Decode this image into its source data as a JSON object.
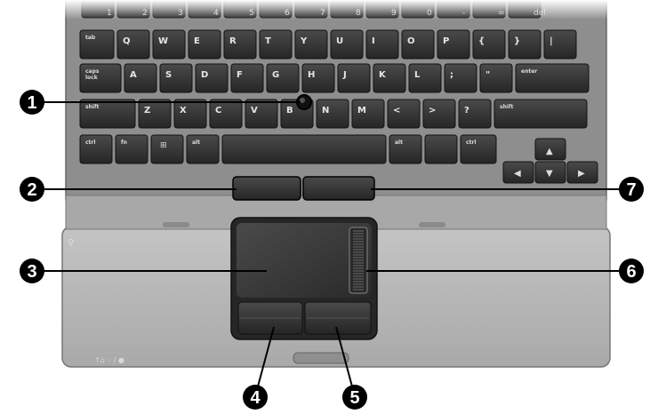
{
  "keyboard": {
    "number_row": [
      "1",
      "2",
      "3",
      "4",
      "5",
      "6",
      "7",
      "8",
      "9",
      "0",
      "-",
      "=",
      "del"
    ],
    "row_q": {
      "tab_top": "tab",
      "tab_bottom": "",
      "keys": [
        "Q",
        "W",
        "E",
        "R",
        "T",
        "Y",
        "U",
        "I",
        "O",
        "P",
        "{",
        "}",
        "|"
      ]
    },
    "row_a": {
      "caps_top": "caps",
      "caps_bottom": "lock",
      "keys": [
        "A",
        "S",
        "D",
        "F",
        "G",
        "H",
        "J",
        "K",
        "L",
        ";",
        "\""
      ],
      "enter": "enter"
    },
    "row_z": {
      "shift_left": "shift",
      "keys": [
        "Z",
        "X",
        "C",
        "V",
        "B",
        "N",
        "M",
        "<",
        ">",
        "?"
      ],
      "shift_right": "shift"
    },
    "row_bottom": {
      "ctrl_left": "ctrl",
      "fn": "fn",
      "alt_left": "alt",
      "alt_right": "alt",
      "ctrl_right": "ctrl"
    }
  },
  "callouts": [
    {
      "number": "1",
      "target": "pointing-stick"
    },
    {
      "number": "2",
      "target": "left-pointing-stick-button"
    },
    {
      "number": "3",
      "target": "touchpad"
    },
    {
      "number": "4",
      "target": "left-touchpad-button"
    },
    {
      "number": "5",
      "target": "right-touchpad-button"
    },
    {
      "number": "6",
      "target": "touchpad-scroll-zone"
    },
    {
      "number": "7",
      "target": "right-pointing-stick-button"
    }
  ],
  "colors": {
    "keyboard_deck": "#9a9a9a",
    "key_face": "#2e2e2e",
    "palmrest": "#b9b9b9",
    "touchpad": "#3a3a3a",
    "callout": "#000000"
  }
}
